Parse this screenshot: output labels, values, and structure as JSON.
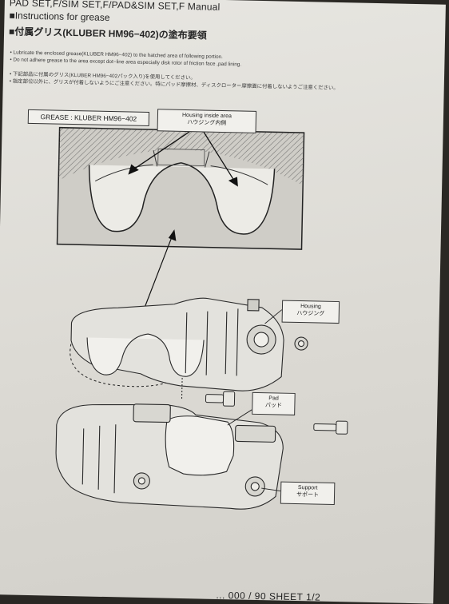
{
  "document": {
    "title": "PAD SET,F/SIM SET,F/PAD&SIM SET,F  Manual",
    "subtitle": "■Instructions for grease",
    "heading": "■付属グリス(KLUBER HM96−402)の塗布要領",
    "notes": [
      "• Lubricate the enclosed grease(KLUBER HM96−402) to the hatched area of following portion.",
      "• Do not adhere grease to the area except dot−line area especially disk rotor of friction face ,pad lining.",
      "• 下記部品に付属のグリス(KLUBER HM96−402パック入り)を使用してください。",
      "• 指定部位以外に、グリスが付着しないようにご注意ください。特にパッド摩擦材、ディスクローター摩擦面に付着しないようご注意ください。"
    ],
    "footer": "... 000 / 90 SHEET 1/2"
  },
  "labels": {
    "grease": "GREASE : KLUBER HM96−402",
    "housing_inside_en": "Housing inside area",
    "housing_inside_jp": "ハウジング内側",
    "housing_en": "Housing",
    "housing_jp": "ハウジング",
    "pad_en": "Pad",
    "pad_jp": "パッド",
    "support_en": "Support",
    "support_jp": "サポート"
  }
}
